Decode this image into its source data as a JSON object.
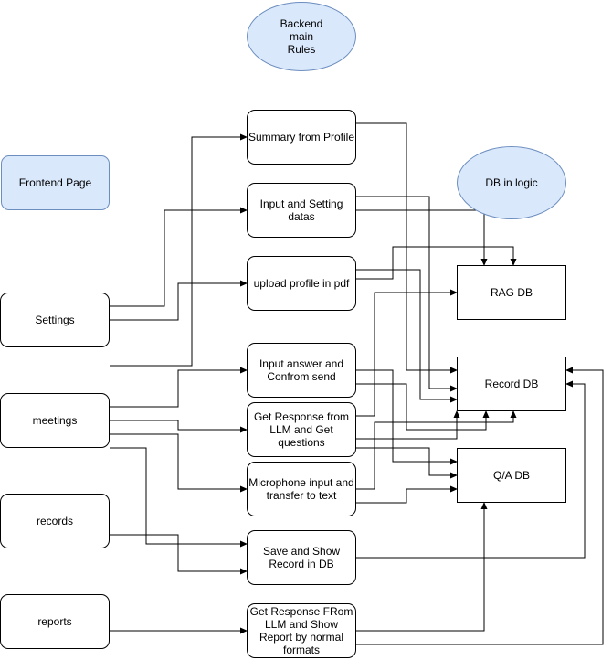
{
  "colors": {
    "line": "#000000",
    "blue_fill": "#dae8fc",
    "blue_stroke": "#6c8ebf"
  },
  "nodes": {
    "backend": "Backend\nmain\nRules",
    "frontend": "Frontend Page",
    "db_in_logic": "DB in logic",
    "settings": "Settings",
    "meetings": "meetings",
    "records": "records",
    "reports": "reports",
    "summary": "Summary from Profile",
    "input_setting": "Input and Setting\ndatas",
    "upload": "upload profile in pdf",
    "input_answer": "Input answer and\nConfrom send",
    "get_response": "Get Response from\nLLM and Get\nquestions",
    "microphone": "Microphone input and\ntransfer to text",
    "save_show": "Save and Show\nRecord in DB",
    "get_report": "Get Response FRom\nLLM and Show\nReport by normal\nformats",
    "rag_db": "RAG DB",
    "record_db": "Record DB",
    "qa_db": "Q/A DB"
  }
}
